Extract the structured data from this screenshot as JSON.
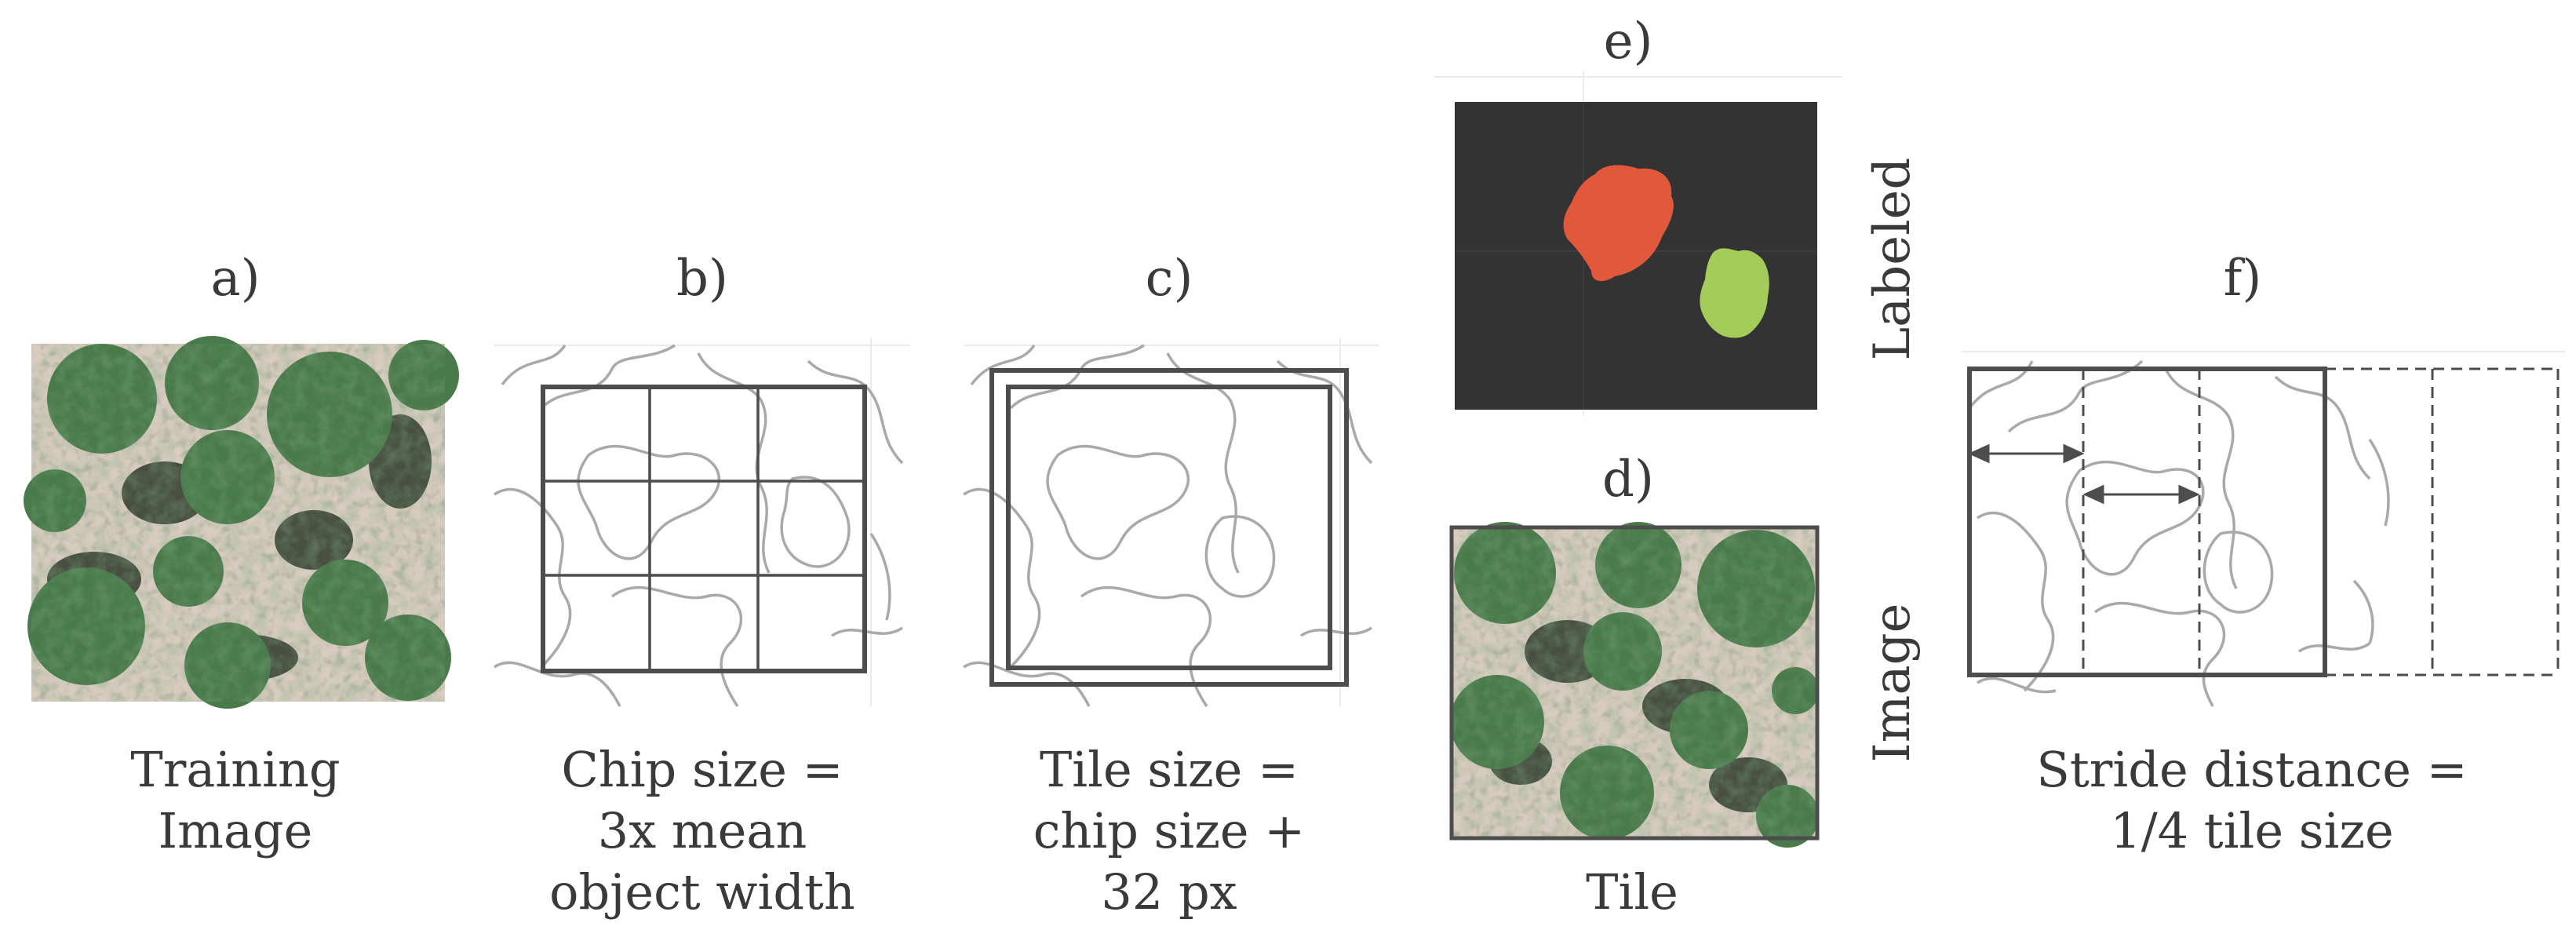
{
  "panels": {
    "a": {
      "letter": "a)",
      "caption_line1": "Training",
      "caption_line2": "Image"
    },
    "b": {
      "letter": "b)",
      "caption_line1": "Chip size =",
      "caption_line2": "3x mean",
      "caption_line3": "object width"
    },
    "c": {
      "letter": "c)",
      "caption_line1": "Tile size =",
      "caption_line2": "chip size +",
      "caption_line3": "32 px"
    },
    "d": {
      "letter": "d)",
      "caption": "Tile",
      "side_label": "Image"
    },
    "e": {
      "letter": "e)",
      "side_label": "Labeled"
    },
    "f": {
      "letter": "f)",
      "caption_line1": "Stride distance =",
      "caption_line2": "1/4 tile size"
    }
  },
  "colors": {
    "label_background": "#333333",
    "class_red": "#e2583a",
    "class_green": "#a4cc5a",
    "outline": "#4d4d4d",
    "contour": "#a9a9a9",
    "canopy": "#3f6e3f",
    "ground": "#d8cbbf"
  }
}
